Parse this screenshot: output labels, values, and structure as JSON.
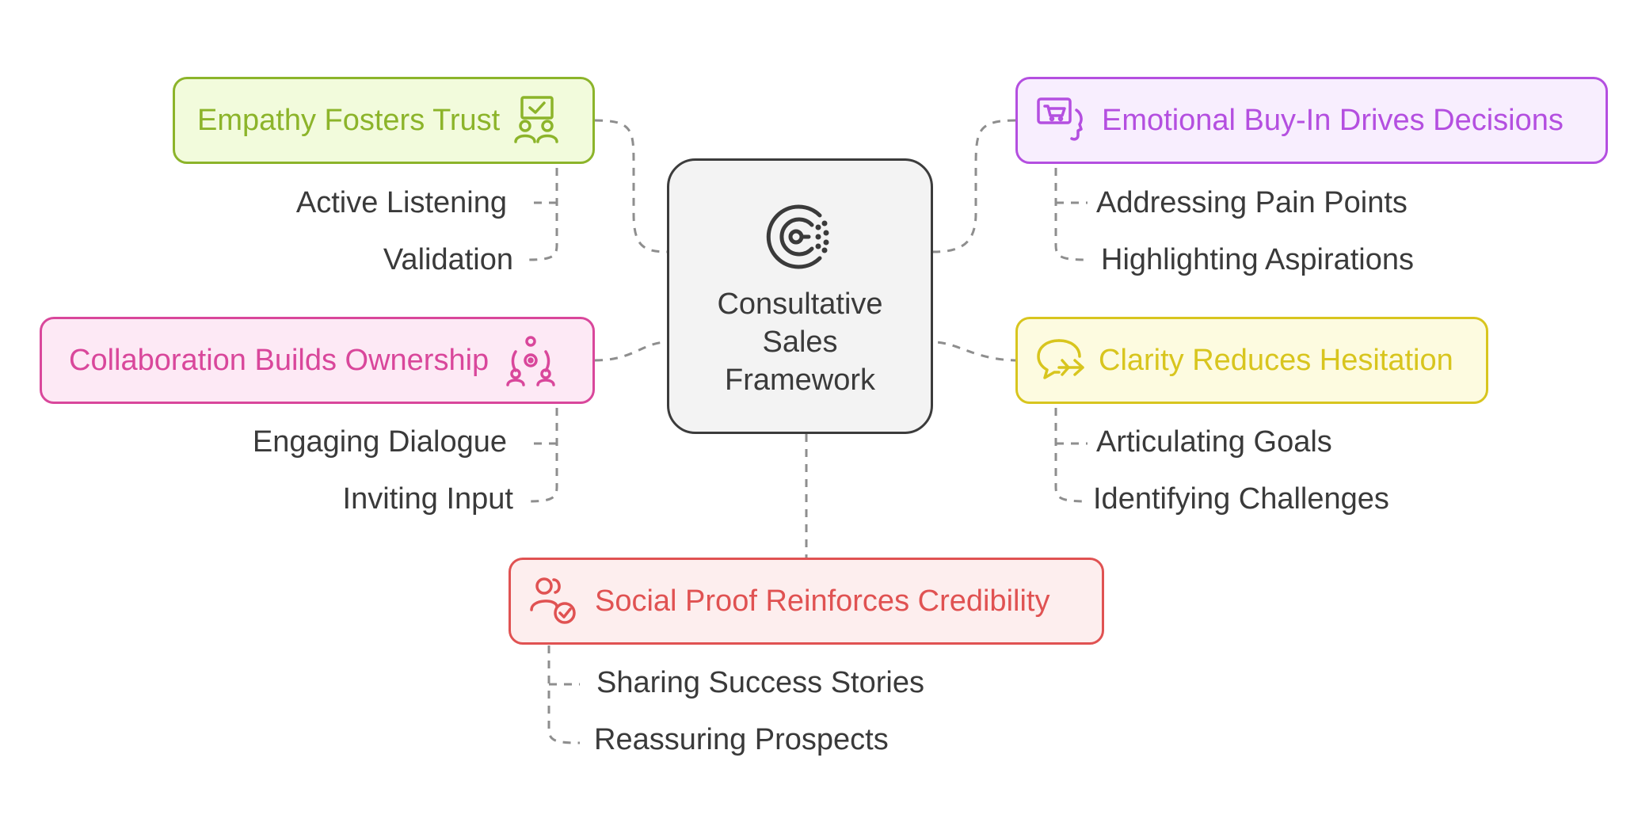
{
  "diagram": {
    "center": {
      "title": "Consultative Sales Framework",
      "icon": "framework-icon"
    },
    "branches": [
      {
        "key": "empathy",
        "title": "Empathy Fosters Trust",
        "icon": "presentation-people-icon",
        "color": "#8cb42a",
        "bg": "#f2fbdc",
        "items": [
          "Active Listening",
          "Validation"
        ]
      },
      {
        "key": "emotional",
        "title": "Emotional Buy-In Drives Decisions",
        "icon": "head-cart-icon",
        "color": "#b44fe0",
        "bg": "#f8eefe",
        "items": [
          "Addressing Pain Points",
          "Highlighting Aspirations"
        ]
      },
      {
        "key": "collaboration",
        "title": "Collaboration Builds Ownership",
        "icon": "team-gear-icon",
        "color": "#d9479b",
        "bg": "#fde9f5",
        "items": [
          "Engaging Dialogue",
          "Inviting Input"
        ]
      },
      {
        "key": "clarity",
        "title": "Clarity Reduces Hesitation",
        "icon": "speech-bubble-arrow-icon",
        "color": "#d8c51e",
        "bg": "#fdfbe0",
        "items": [
          "Articulating Goals",
          "Identifying Challenges"
        ]
      },
      {
        "key": "social",
        "title": "Social Proof Reinforces Credibility",
        "icon": "users-check-icon",
        "color": "#e05252",
        "bg": "#fdeeee",
        "items": [
          "Sharing Success Stories",
          "Reassuring Prospects"
        ]
      }
    ],
    "connector_color": "#8e8e8e"
  }
}
